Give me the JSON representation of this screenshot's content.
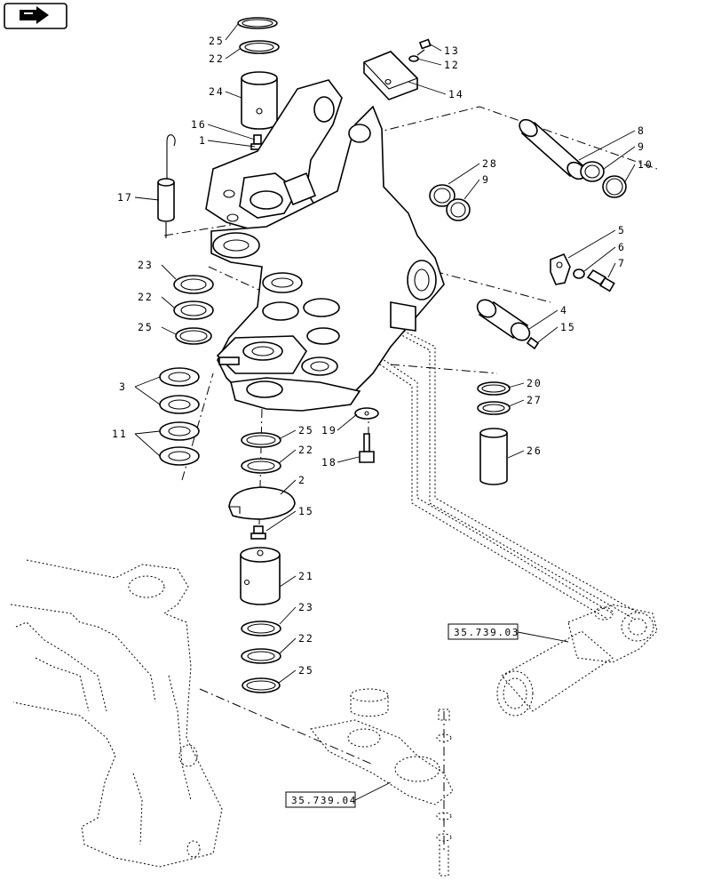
{
  "nav": {
    "icon": "forward-arrow-icon"
  },
  "callouts": [
    {
      "id": "c25a",
      "text": "25"
    },
    {
      "id": "c22a",
      "text": "22"
    },
    {
      "id": "c24",
      "text": "24"
    },
    {
      "id": "c16",
      "text": "16"
    },
    {
      "id": "c1",
      "text": "1"
    },
    {
      "id": "c17",
      "text": "17"
    },
    {
      "id": "c13",
      "text": "13"
    },
    {
      "id": "c12",
      "text": "12"
    },
    {
      "id": "c14",
      "text": "14"
    },
    {
      "id": "c8",
      "text": "8"
    },
    {
      "id": "c9a",
      "text": "9"
    },
    {
      "id": "c10",
      "text": "10"
    },
    {
      "id": "c28",
      "text": "28"
    },
    {
      "id": "c9b",
      "text": "9"
    },
    {
      "id": "c5",
      "text": "5"
    },
    {
      "id": "c6",
      "text": "6"
    },
    {
      "id": "c7",
      "text": "7"
    },
    {
      "id": "c4",
      "text": "4"
    },
    {
      "id": "c15a",
      "text": "15"
    },
    {
      "id": "c23a",
      "text": "23"
    },
    {
      "id": "c22b",
      "text": "22"
    },
    {
      "id": "c25b",
      "text": "25"
    },
    {
      "id": "c3",
      "text": "3"
    },
    {
      "id": "c11",
      "text": "11"
    },
    {
      "id": "c20",
      "text": "20"
    },
    {
      "id": "c27",
      "text": "27"
    },
    {
      "id": "c26",
      "text": "26"
    },
    {
      "id": "c19",
      "text": "19"
    },
    {
      "id": "c18",
      "text": "18"
    },
    {
      "id": "c25c",
      "text": "25"
    },
    {
      "id": "c22c",
      "text": "22"
    },
    {
      "id": "c2",
      "text": "2"
    },
    {
      "id": "c15b",
      "text": "15"
    },
    {
      "id": "c21",
      "text": "21"
    },
    {
      "id": "c23b",
      "text": "23"
    },
    {
      "id": "c22d",
      "text": "22"
    },
    {
      "id": "c25d",
      "text": "25"
    }
  ],
  "references": [
    {
      "id": "ref-a",
      "text": "35.739.03"
    },
    {
      "id": "ref-b",
      "text": "35.739.04"
    }
  ]
}
